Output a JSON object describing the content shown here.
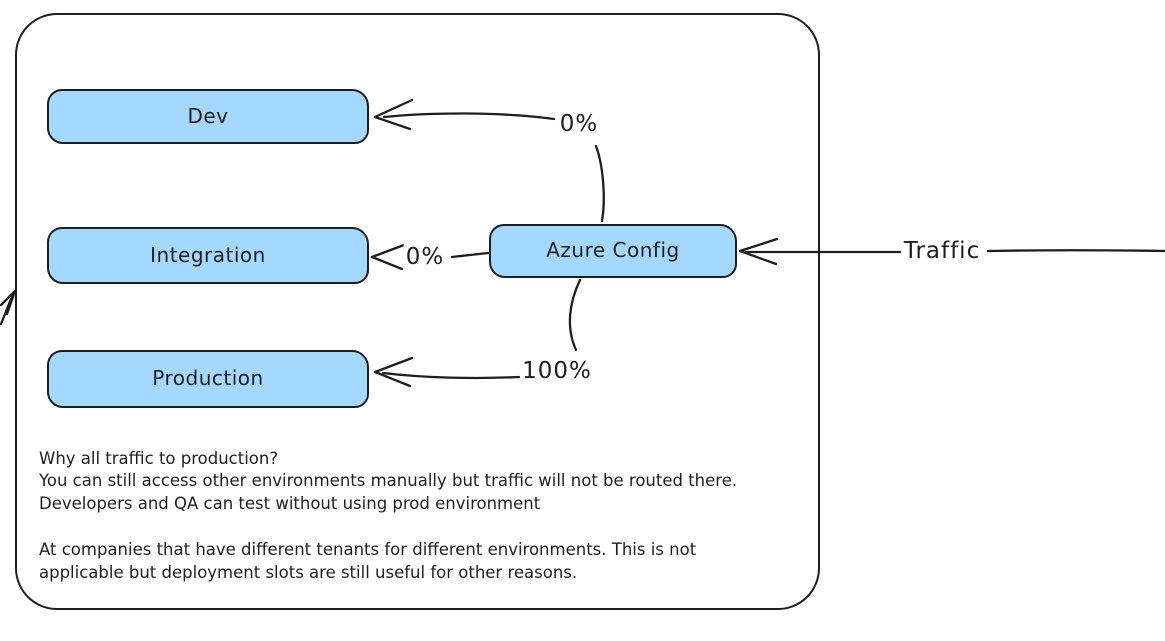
{
  "diagram": {
    "colors": {
      "background": "#ffffff",
      "stroke": "#1e1e1e",
      "node_fill": "#a5d8ff"
    },
    "nodes": [
      {
        "id": "dev",
        "label": "Dev"
      },
      {
        "id": "integration",
        "label": "Integration"
      },
      {
        "id": "production",
        "label": "Production"
      },
      {
        "id": "azure-config",
        "label": "Azure Config"
      }
    ],
    "edges": [
      {
        "from": "azure-config",
        "to": "dev",
        "label": "0%"
      },
      {
        "from": "azure-config",
        "to": "integration",
        "label": "0%"
      },
      {
        "from": "azure-config",
        "to": "production",
        "label": "100%"
      },
      {
        "from": "external",
        "to": "azure-config",
        "label": "Traffic"
      }
    ],
    "notes": {
      "paragraph1": "Why all traffic to production?\nYou can still access other environments manually but traffic will not be routed there.\nDevelopers and QA can test without using prod environment",
      "paragraph2": "At companies that have different tenants for different environments. This is not\napplicable but deployment slots are still useful for other reasons."
    }
  }
}
